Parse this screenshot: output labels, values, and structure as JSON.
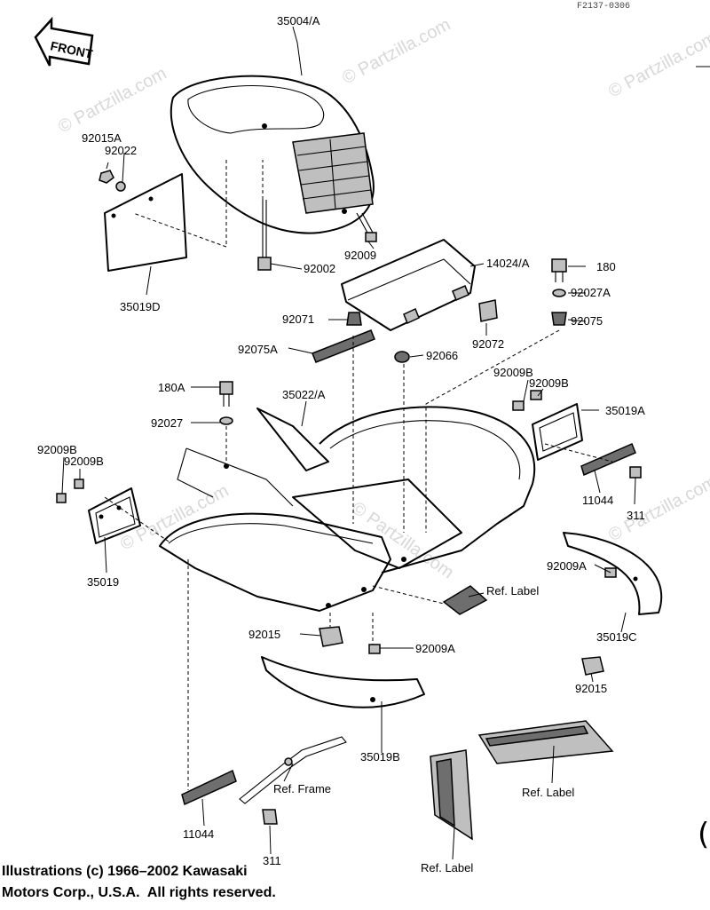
{
  "diagram": {
    "ref_code": "F2137-0306",
    "front_label": "FRONT",
    "watermarks": [
      "© Partzilla.com",
      "© Partzilla.com",
      "© Partzilla.com",
      "© Partzilla.com",
      "© Partzilla.com",
      "© Partzilla.com"
    ],
    "copyright_line1": "Illustrations (c) 1966–2002 Kawasaki",
    "copyright_line2": "Motors Corp., U.S.A.  All rights reserved.",
    "edge_glyph": "(",
    "labels": {
      "p35004A": "35004/A",
      "p92015A": "92015A",
      "p92022": "92022",
      "p35019D": "35019D",
      "p92009_top": "92009",
      "p92002": "92002",
      "p14024A": "14024/A",
      "p180": "180",
      "p92027A": "92027A",
      "p92075": "92075",
      "p92071": "92071",
      "p92072": "92072",
      "p92075A": "92075A",
      "p92066": "92066",
      "p92009B_r1": "92009B",
      "p92009B_r2": "92009B",
      "p35019A": "35019A",
      "p180A": "180A",
      "p35022A": "35022/A",
      "p92027": "92027",
      "p92009B_l1": "92009B",
      "p92009B_l2": "92009B",
      "p11044_r": "11044",
      "p311_r": "311",
      "p35019": "35019",
      "p92009A_r": "92009A",
      "p35019C": "35019C",
      "p92015_r": "92015",
      "ref_label_1": "Ref. Label",
      "p92015_c": "92015",
      "p92009A_c": "92009A",
      "p35019B": "35019B",
      "ref_frame": "Ref. Frame",
      "ref_label_2": "Ref. Label",
      "ref_label_3": "Ref. Label",
      "p11044_l": "11044",
      "p311_l": "311"
    }
  }
}
